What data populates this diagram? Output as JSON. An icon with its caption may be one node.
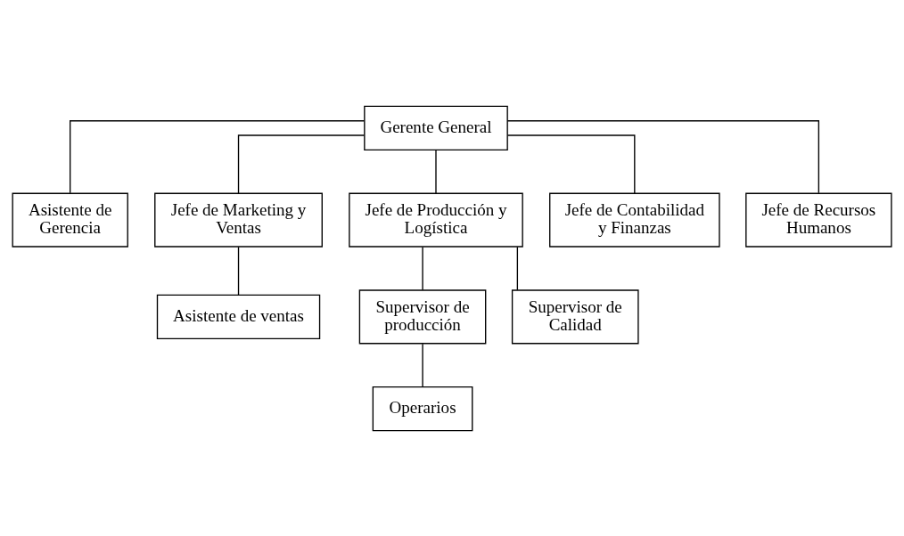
{
  "diagram": {
    "nodes": [
      {
        "text": [
          "Gerente General"
        ]
      },
      {
        "text": [
          "Asistente de Gerencia"
        ]
      },
      {
        "text": [
          "Jefe de Marketing y Ventas"
        ]
      },
      {
        "text": [
          "Jefe de Producción y Logística"
        ]
      },
      {
        "text": [
          "Jefe de Contabilidad y Finanzas"
        ]
      },
      {
        "text": [
          "Jefe de Recursos Humanos"
        ]
      },
      {
        "text": [
          "Asistente de ventas"
        ]
      },
      {
        "text": [
          "Supervisor de producción"
        ]
      },
      {
        "text": [
          "Supervisor de Calidad"
        ]
      },
      {
        "text": [
          "Operarios"
        ]
      }
    ],
    "edges": [
      {
        "from": 0,
        "to": 1,
        "arrow": "none"
      },
      {
        "from": 0,
        "to": 2,
        "arrow": "none"
      },
      {
        "from": 0,
        "to": 3,
        "arrow": "none"
      },
      {
        "from": 0,
        "to": 4,
        "arrow": "none"
      },
      {
        "from": 0,
        "to": 5,
        "arrow": "none"
      },
      {
        "from": 2,
        "to": 6,
        "arrow": "none"
      },
      {
        "from": 3,
        "to": 7,
        "arrow": "none"
      },
      {
        "from": 3,
        "to": 8,
        "arrow": "none"
      },
      {
        "from": 7,
        "to": 9,
        "arrow": "none"
      }
    ]
  }
}
